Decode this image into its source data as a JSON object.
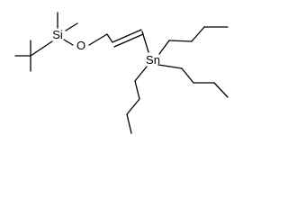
{
  "structure": {
    "atoms": {
      "silicon": "Si",
      "oxygen": "O",
      "tin": "Sn"
    }
  }
}
